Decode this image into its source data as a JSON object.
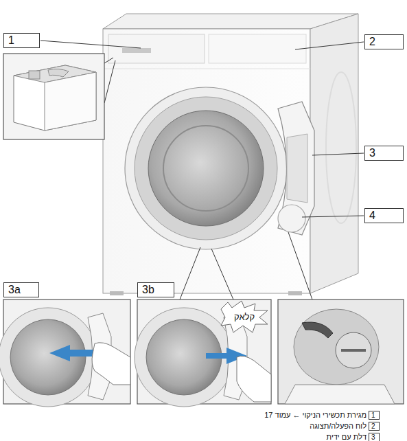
{
  "diagram": {
    "nodes": [
      {
        "text": [
          "1"
        ]
      },
      {
        "text": [
          "2"
        ]
      },
      {
        "text": [
          "3"
        ]
      },
      {
        "text": [
          "4"
        ]
      },
      {
        "text": [
          "3a"
        ]
      },
      {
        "text": [
          "3b"
        ]
      },
      {
        "text": [
          "1"
        ]
      },
      {
        "text": [
          "2"
        ]
      },
      {
        "text": [
          "3"
        ]
      }
    ],
    "labels": [
      "קלאק",
      "מגירת תכשירי הניקוי ← עמוד 17",
      "לוח הפעלה/תצוגה",
      "דלת עם ידית"
    ]
  }
}
